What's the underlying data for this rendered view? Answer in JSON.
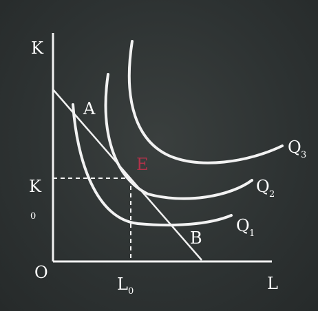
{
  "labels": {
    "k_axis": "K",
    "l_axis": "L",
    "origin": "O",
    "point_a": "A",
    "point_b": "B",
    "point_e": "E",
    "k0_main": "K",
    "k0_sub": "0",
    "l0_main": "L",
    "l0_sub": "0",
    "q1_main": "Q",
    "q1_sub": "1",
    "q2_main": "Q",
    "q2_sub": "2",
    "q3_main": "Q",
    "q3_sub": "3"
  },
  "colors": {
    "background": "#2d3232",
    "lines": "#f2f2f2",
    "equilibrium_label": "#b0324a"
  }
}
